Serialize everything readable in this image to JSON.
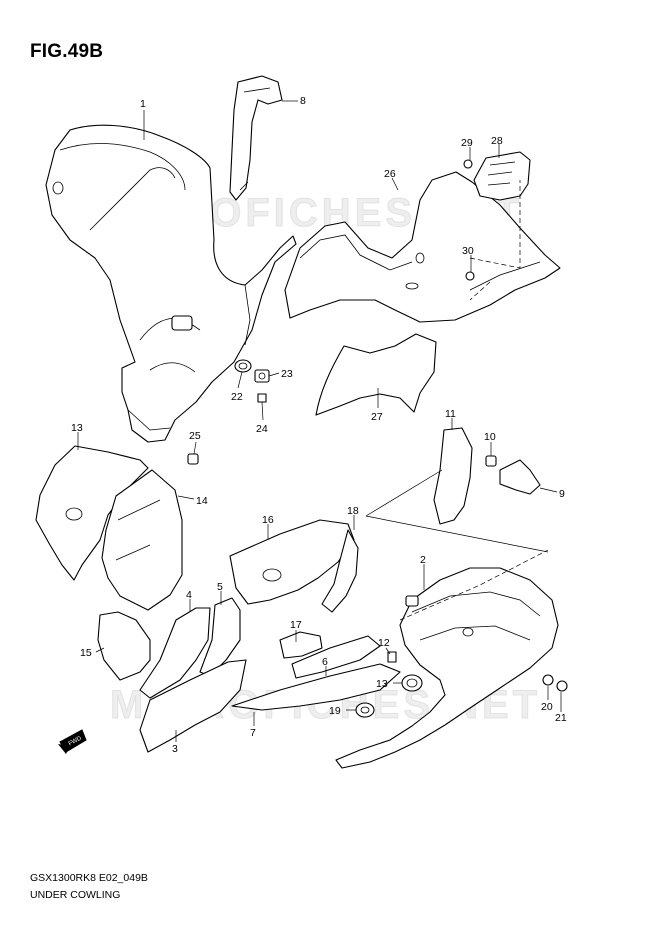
{
  "figure": {
    "title": "FIG.49B",
    "model_code": "GSX1300RK8 E02_049B",
    "section_name": "UNDER COWLING",
    "watermark": "MICROFICHES.NET",
    "direction_label": "FWD"
  },
  "callouts": [
    {
      "id": "c1",
      "label": "1"
    },
    {
      "id": "c8",
      "label": "8"
    },
    {
      "id": "c29",
      "label": "29"
    },
    {
      "id": "c28",
      "label": "28"
    },
    {
      "id": "c26",
      "label": "26"
    },
    {
      "id": "c30",
      "label": "30"
    },
    {
      "id": "c23",
      "label": "23"
    },
    {
      "id": "c22",
      "label": "22"
    },
    {
      "id": "c24",
      "label": "24"
    },
    {
      "id": "c27",
      "label": "27"
    },
    {
      "id": "c13a",
      "label": "13"
    },
    {
      "id": "c25",
      "label": "25"
    },
    {
      "id": "c11",
      "label": "11"
    },
    {
      "id": "c10",
      "label": "10"
    },
    {
      "id": "c9",
      "label": "9"
    },
    {
      "id": "c14",
      "label": "14"
    },
    {
      "id": "c16",
      "label": "16"
    },
    {
      "id": "c18",
      "label": "18"
    },
    {
      "id": "c2",
      "label": "2"
    },
    {
      "id": "c5",
      "label": "5"
    },
    {
      "id": "c4",
      "label": "4"
    },
    {
      "id": "c15",
      "label": "15"
    },
    {
      "id": "c17",
      "label": "17"
    },
    {
      "id": "c6",
      "label": "6"
    },
    {
      "id": "c12",
      "label": "12"
    },
    {
      "id": "c13b",
      "label": "13"
    },
    {
      "id": "c19",
      "label": "19"
    },
    {
      "id": "c7",
      "label": "7"
    },
    {
      "id": "c3",
      "label": "3"
    },
    {
      "id": "c20",
      "label": "20"
    },
    {
      "id": "c21",
      "label": "21"
    }
  ]
}
